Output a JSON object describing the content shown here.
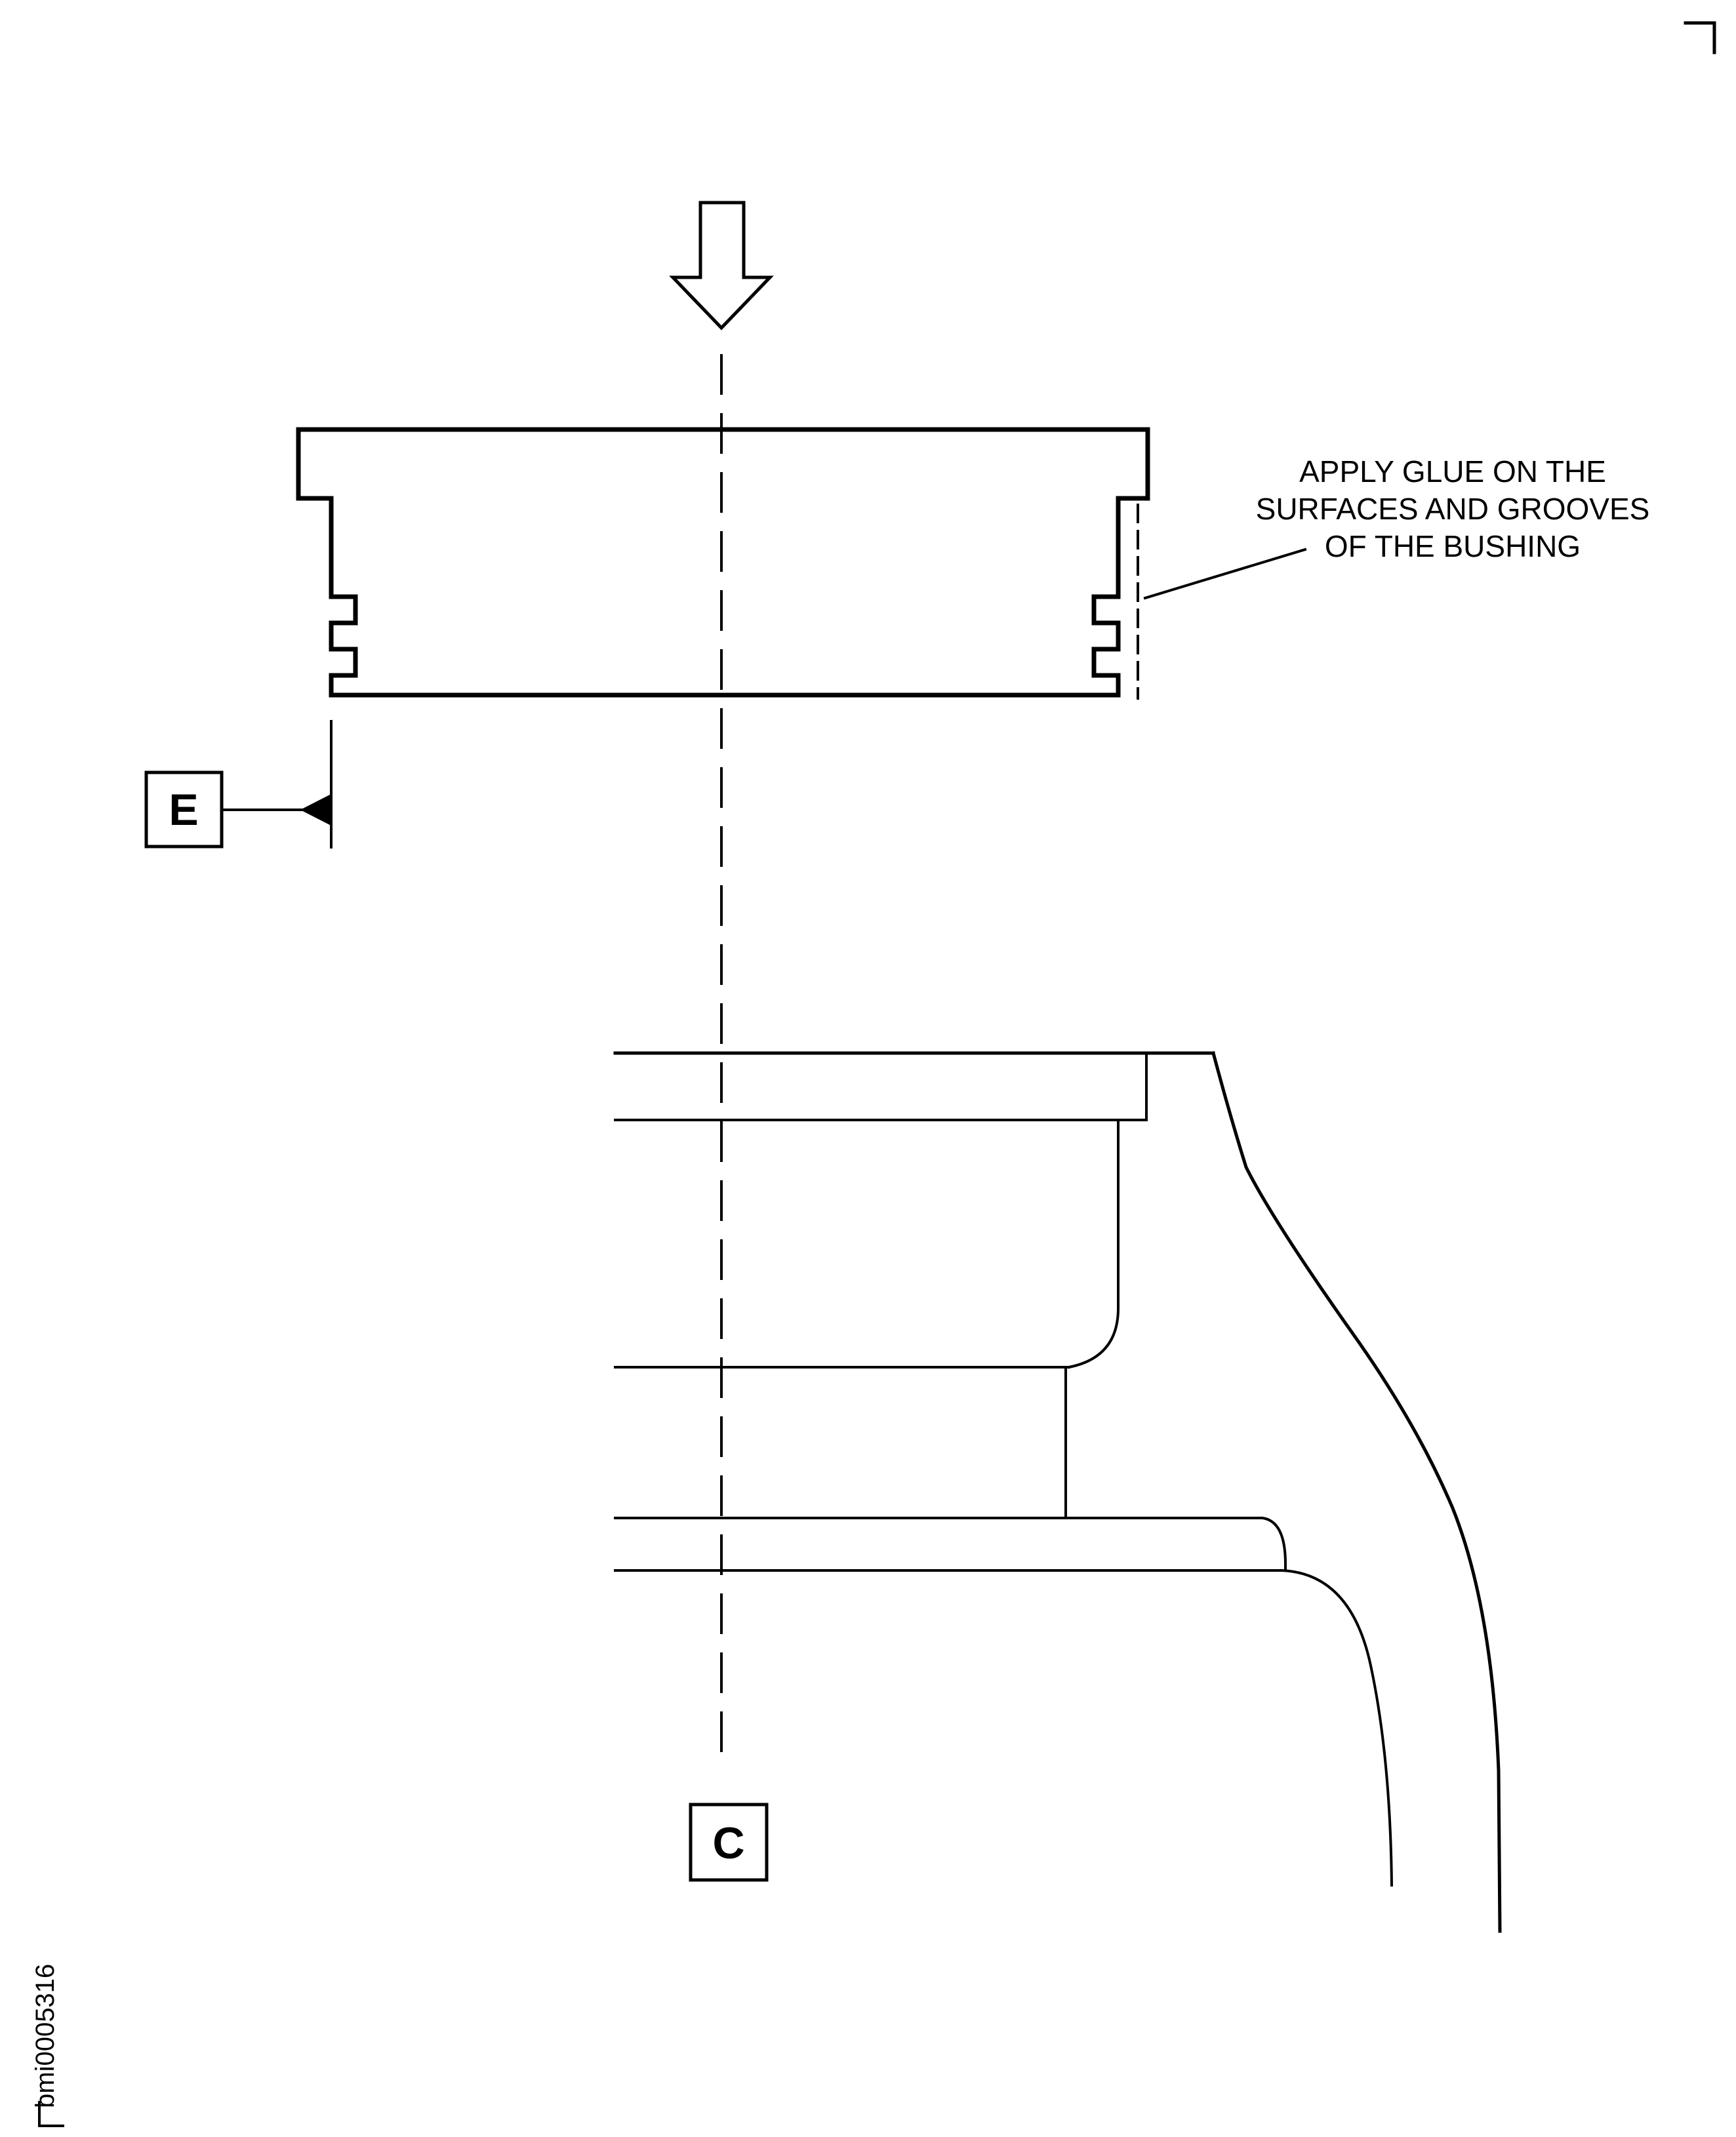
{
  "annotation": {
    "lines": [
      "APPLY GLUE ON THE",
      "SURFACES AND GROOVES",
      "OF THE BUSHING"
    ]
  },
  "callouts": {
    "datum_e": "E",
    "view_c": "C"
  },
  "figure_id": "bmi0005316"
}
